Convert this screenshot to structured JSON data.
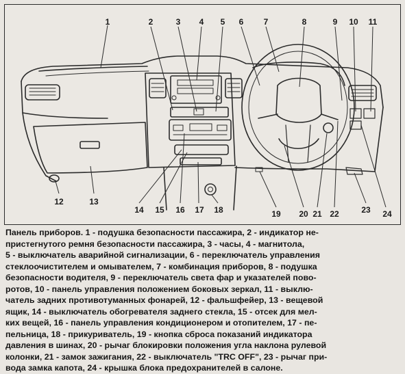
{
  "callouts": [
    "1",
    "2",
    "3",
    "4",
    "5",
    "6",
    "7",
    "8",
    "9",
    "10",
    "11",
    "12",
    "13",
    "14",
    "15",
    "16",
    "17",
    "18",
    "19",
    "20",
    "21",
    "22",
    "23",
    "24"
  ],
  "caption_lines": [
    "Панель приборов. 1 - подушка безопасности пассажира, 2 - индикатор не-",
    "пристегнутого ремня безопасности пассажира, 3 - часы, 4 - магнитола,",
    "5 - выключатель аварийной сигнализации, 6 - переключатель управления",
    "стеклоочистителем и омывателем, 7 - комбинация приборов, 8 - подушка",
    "безопасности водителя, 9 - переключатель света фар и указателей пово-",
    "ротов, 10 - панель управления положением боковых зеркал, 11 - выклю-",
    "чатель задних противотуманных фонарей, 12 - фальшфейер, 13 - вещевой",
    "ящик, 14 - выключатель обогревателя заднего стекла, 15 - отсек для мел-",
    "ких вещей, 16 - панель управления кондиционером и отопителем, 17 - пе-",
    "пельница, 18 - прикуриватель, 19 - кнопка сброса показаний индикатора",
    "давления в шинах, 20 - рычаг блокировки положения угла наклона рулевой",
    "колонки, 21 - замок зажигания, 22 - выключатель \"TRC OFF\", 23 - рычаг при-",
    "вода замка капота, 24 - крышка блока предохранителей в салоне."
  ]
}
